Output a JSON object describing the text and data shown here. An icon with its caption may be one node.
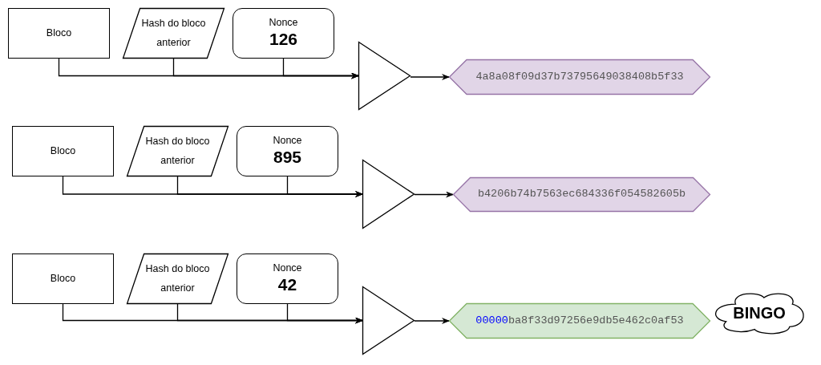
{
  "diagram": {
    "nodes": [
      {
        "text": [
          "Bloco"
        ]
      },
      {
        "text": [
          "Hash do bloco anterior"
        ]
      },
      {
        "text": [
          "Nonce",
          "126"
        ]
      },
      {
        "text": [],
        "shape": "triangle"
      },
      {
        "text": [
          "4a8a08f09d37b73795649038408b5f33"
        ]
      },
      {
        "text": [
          "Bloco"
        ]
      },
      {
        "text": [
          "Hash do bloco anterior"
        ]
      },
      {
        "text": [
          "Nonce",
          "895"
        ]
      },
      {
        "text": [],
        "shape": "triangle"
      },
      {
        "text": [
          "b4206b74b7563ec684336f054582605b"
        ]
      },
      {
        "text": [
          "Bloco"
        ]
      },
      {
        "text": [
          "Hash do bloco anterior"
        ]
      },
      {
        "text": [
          "Nonce",
          "42"
        ]
      },
      {
        "text": [],
        "shape": "triangle"
      },
      {
        "text": [
          "00000",
          "ba8f33d97256e9db5e462c0af53"
        ]
      },
      {
        "text": [
          "BINGO"
        ]
      }
    ],
    "edges": [
      {
        "from": 0,
        "to": 3,
        "arrow": "to"
      },
      {
        "from": 1,
        "to": 3,
        "arrow": "to"
      },
      {
        "from": 2,
        "to": 3,
        "arrow": "to"
      },
      {
        "from": 3,
        "to": 4,
        "arrow": "to"
      },
      {
        "from": 5,
        "to": 8,
        "arrow": "to"
      },
      {
        "from": 6,
        "to": 8,
        "arrow": "to"
      },
      {
        "from": 7,
        "to": 8,
        "arrow": "to"
      },
      {
        "from": 8,
        "to": 9,
        "arrow": "to"
      },
      {
        "from": 10,
        "to": 13,
        "arrow": "to"
      },
      {
        "from": 11,
        "to": 13,
        "arrow": "to"
      },
      {
        "from": 12,
        "to": 13,
        "arrow": "to"
      },
      {
        "from": 13,
        "to": 14,
        "arrow": "to"
      }
    ]
  }
}
